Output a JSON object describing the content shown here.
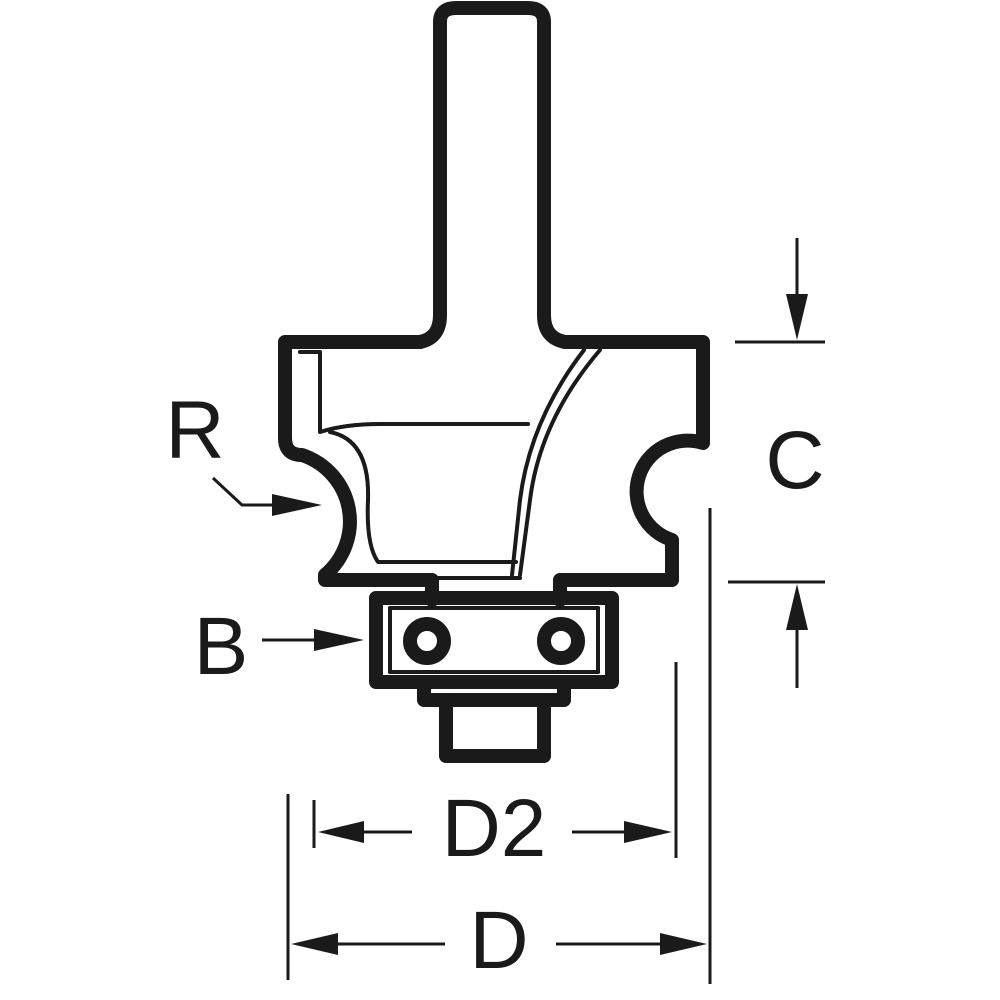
{
  "diagram": {
    "title": "",
    "labels": {
      "radius": "R",
      "bearing": "B",
      "cut_height": "C",
      "bearing_diameter": "D2",
      "cutting_diameter": "D"
    }
  }
}
